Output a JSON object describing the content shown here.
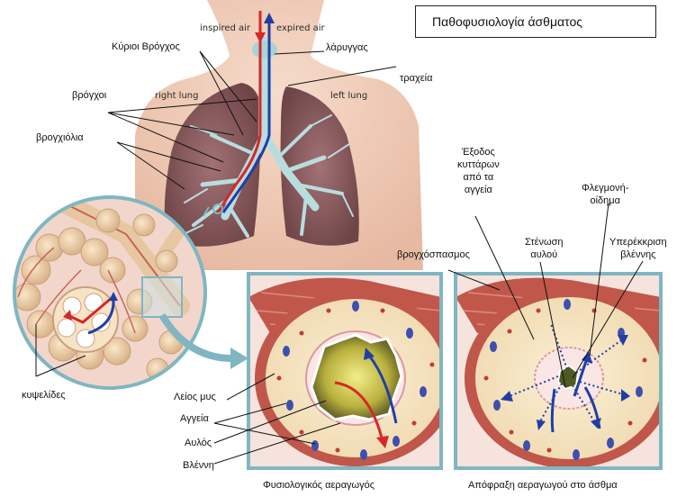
{
  "title": "Παθοφυσιολογία άσθματος",
  "header_tags": {
    "inspired": "inspired air",
    "expired": "expired air"
  },
  "lung_tags": {
    "right": "right lung",
    "left": "left lung"
  },
  "labels": {
    "main_bronchi": "Κύριοι Βρόγχος",
    "larynx": "λάρυγγας",
    "trachea": "τραχεία",
    "bronchi": "βρόγχοι",
    "bronchioles": "βρογχιόλια",
    "alveoli": "κυψελίδες",
    "bronchospasm": "βρογχόσπασμος",
    "cell_exit": "Έξοδος\nκυττάρων\nαπό τα\nαγγεία",
    "inflammation": "Φλεγμονή-\nοίδημα",
    "narrowing": "Στένωση\nαυλού",
    "mucus_hyper": "Υπερέκκριση\nβλέννης",
    "smooth_muscle": "Λείος μυς",
    "vessels": "Αγγεία",
    "lumen": "Αυλός",
    "mucus": "Βλέννη"
  },
  "captions": {
    "normal": "Φυσιολογικός αεραγωγός",
    "asthma": "Απόφραξη αεραγωγού στο άσθμα"
  },
  "colors": {
    "skin": "#f3d1bd",
    "lung": "#8a5a5e",
    "airway_pale": "#b9dcdf",
    "muscle": "#c0574a",
    "panel_border": "#7fb6c2",
    "inspired": "#d62828",
    "expired": "#1f3fa6"
  }
}
